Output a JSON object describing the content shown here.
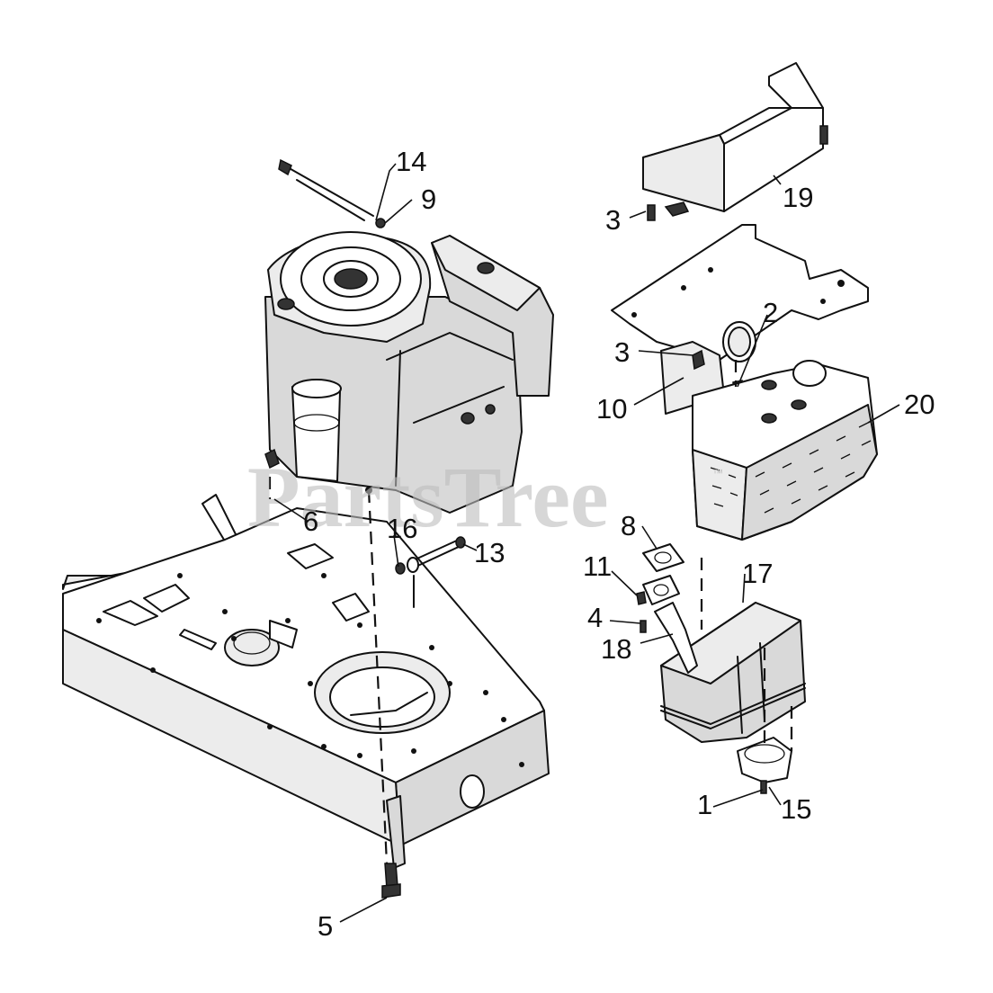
{
  "watermark": {
    "text": "PartsTree",
    "tm": "™"
  },
  "callouts": [
    {
      "id": "c1",
      "label": "1"
    },
    {
      "id": "c2",
      "label": "2"
    },
    {
      "id": "c3a",
      "label": "3"
    },
    {
      "id": "c3b",
      "label": "3"
    },
    {
      "id": "c4",
      "label": "4"
    },
    {
      "id": "c5",
      "label": "5"
    },
    {
      "id": "c6",
      "label": "6"
    },
    {
      "id": "c8",
      "label": "8"
    },
    {
      "id": "c9",
      "label": "9"
    },
    {
      "id": "c10",
      "label": "10"
    },
    {
      "id": "c11",
      "label": "11"
    },
    {
      "id": "c13",
      "label": "13"
    },
    {
      "id": "c14",
      "label": "14"
    },
    {
      "id": "c15",
      "label": "15"
    },
    {
      "id": "c16",
      "label": "16"
    },
    {
      "id": "c17",
      "label": "17"
    },
    {
      "id": "c18",
      "label": "18"
    },
    {
      "id": "c19",
      "label": "19"
    },
    {
      "id": "c20",
      "label": "20"
    }
  ]
}
